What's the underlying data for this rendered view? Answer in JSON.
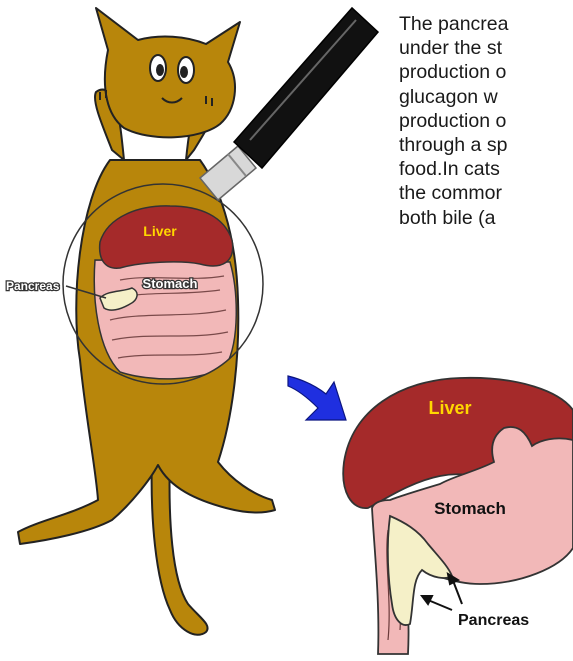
{
  "paragraph_lines": [
    "The pancrea",
    "under the st",
    "production o",
    "glucagon w",
    "production o",
    "through a sp",
    "food.In cats",
    "the commor",
    "both bile (a"
  ],
  "labels": {
    "top_liver": "Liver",
    "top_stomach": "Stomach",
    "top_pancreas": "Pancreas",
    "zoom_liver": "Liver",
    "zoom_stomach": "Stomach",
    "zoom_pancreas": "Pancreas"
  },
  "colors": {
    "cat_fur": "#b8860b",
    "liver": "#a52a2a",
    "stomach": "#f2b8b8",
    "pancreas": "#f5f0c8",
    "liver_label": "#ffd700",
    "arrow": "#1f2fe0",
    "magnifier_handle": "#111111"
  },
  "icons": [
    "magnifying-glass-icon",
    "blue-arrow-icon"
  ]
}
